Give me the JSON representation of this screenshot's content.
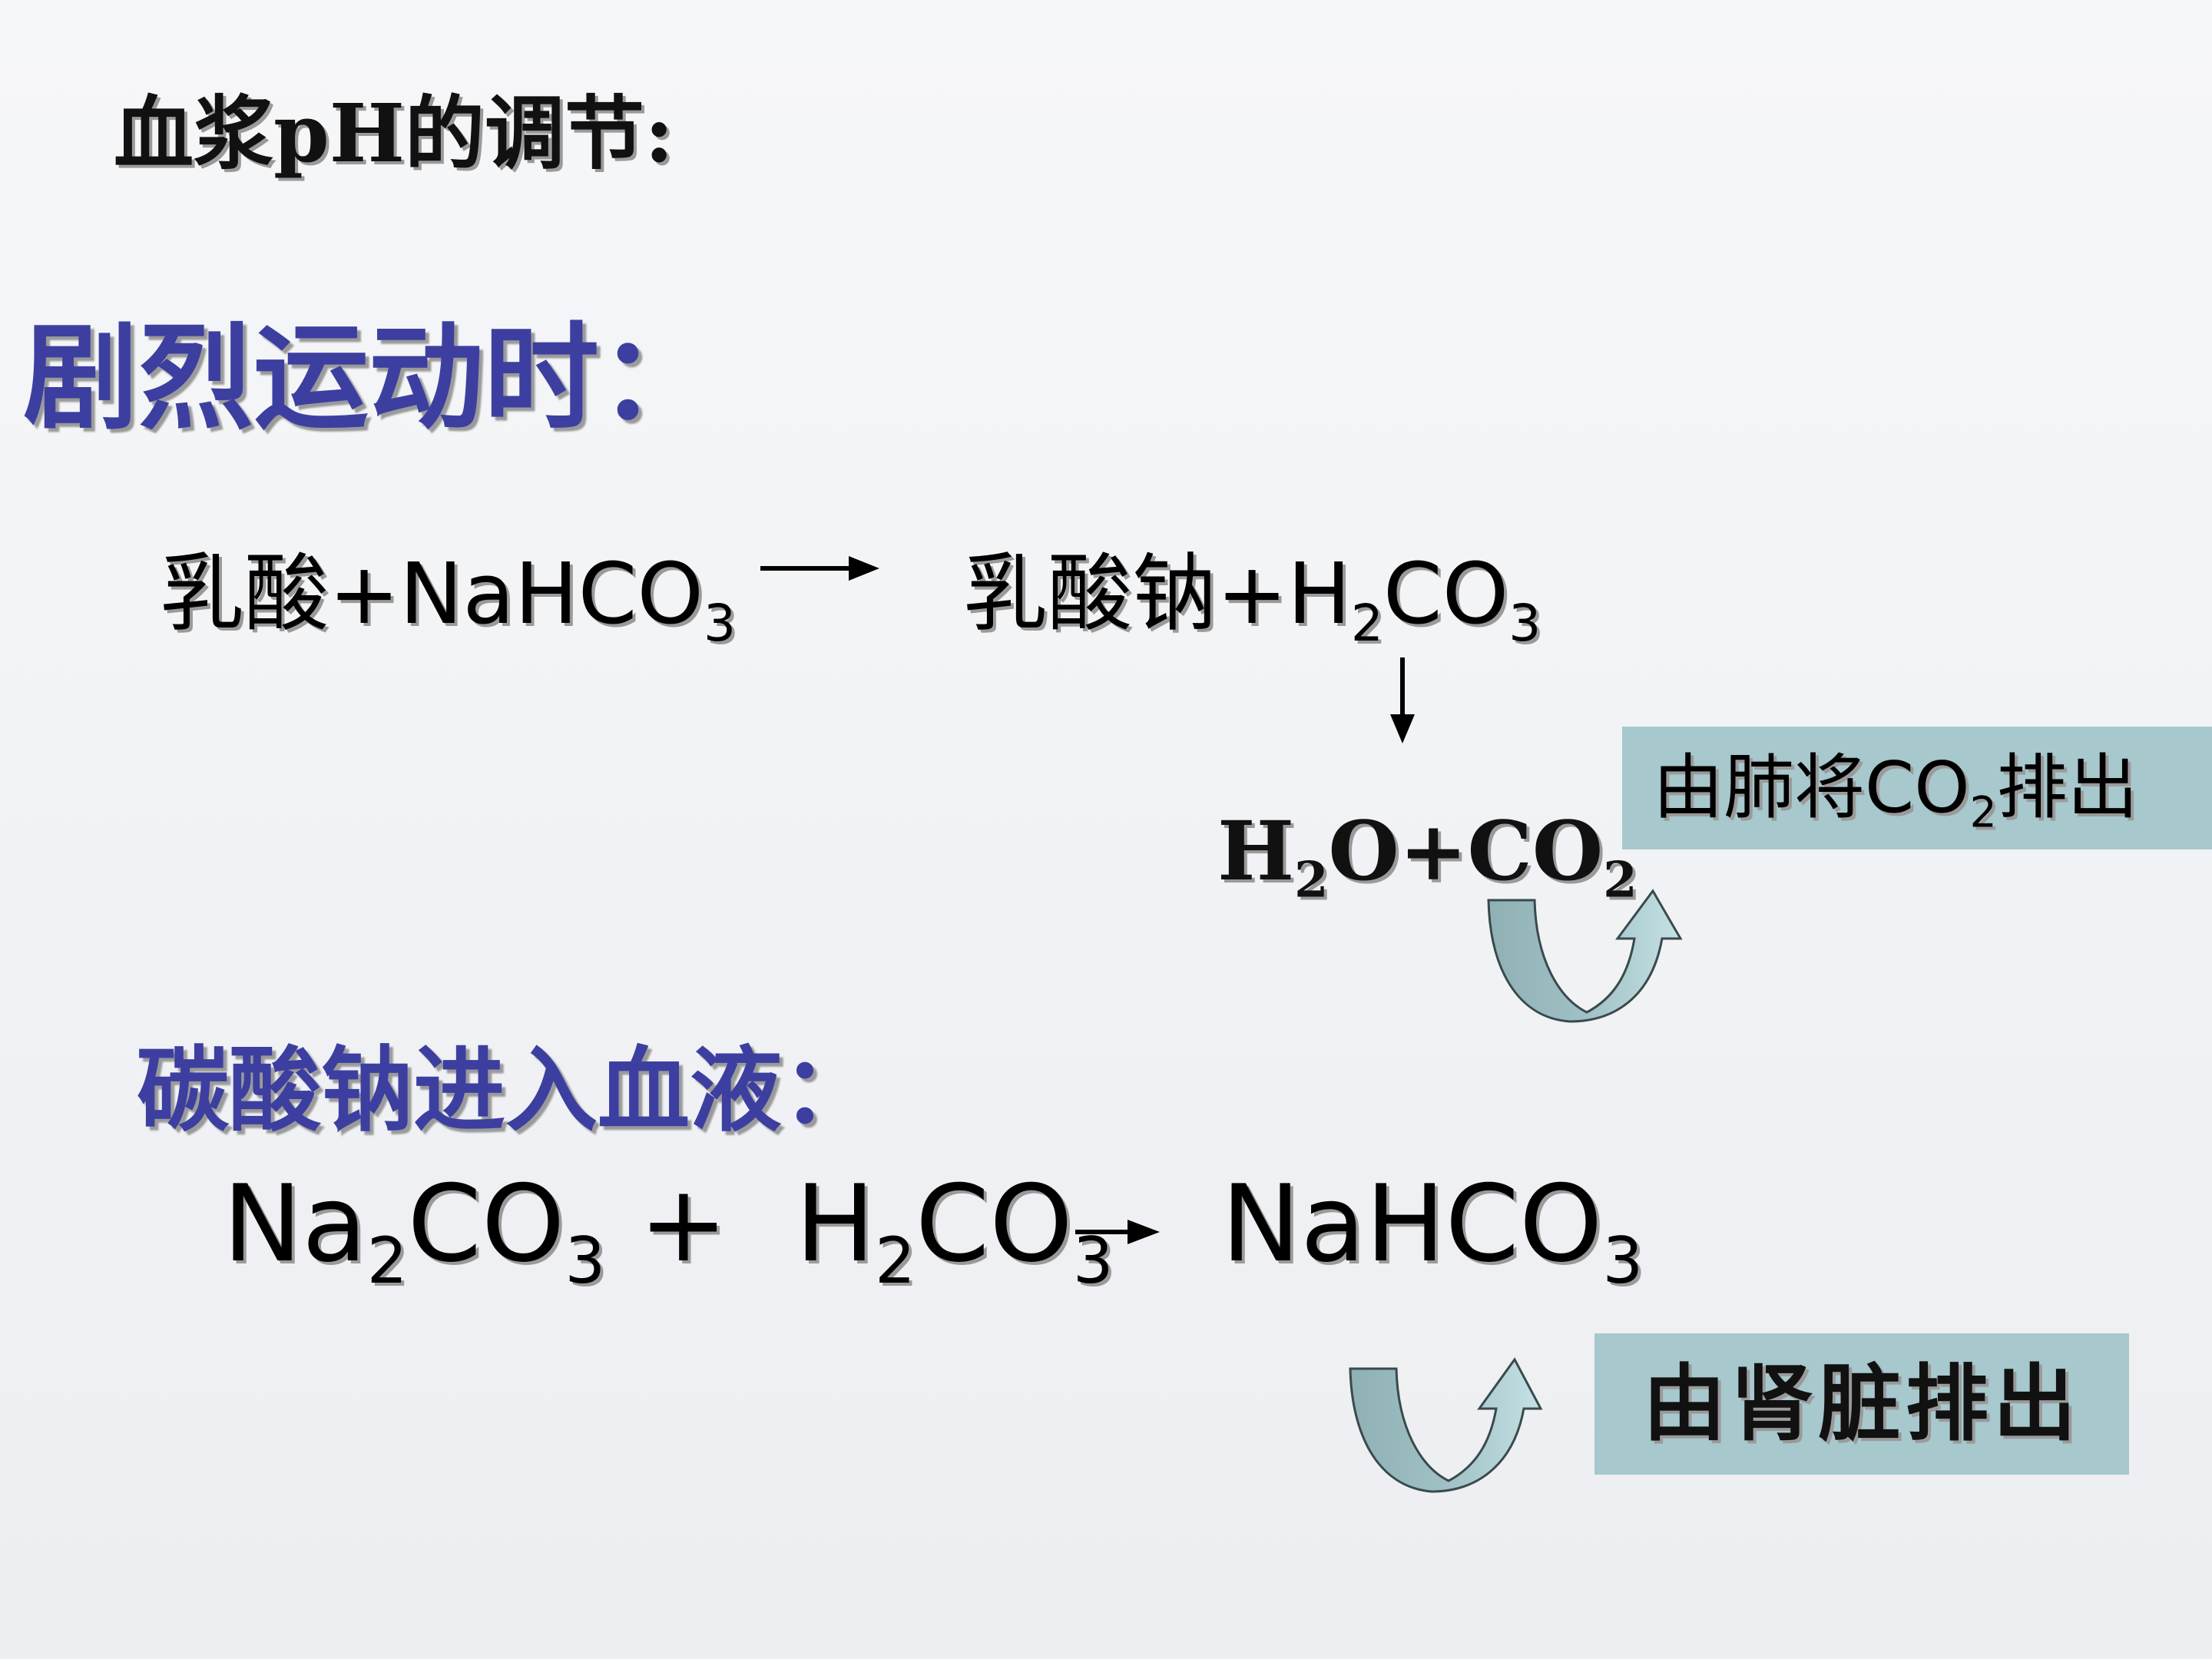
{
  "title": "血浆pH的调节:",
  "exercise": {
    "heading": "剧烈运动时：",
    "eq1_left": {
      "text": "乳酸+NaHCO",
      "sub": "3"
    },
    "eq1_right": {
      "text1": "乳酸钠+H",
      "sub1": "2",
      "text2": "CO",
      "sub2": "3"
    },
    "eq1_products": {
      "text1": "H",
      "sub1": "2",
      "text2": "O+CO",
      "sub2": "2"
    },
    "lungs_box": {
      "text": "由肺将CO",
      "sub": "2",
      "text2": "排出"
    }
  },
  "sodium_carbonate": {
    "heading": "碳酸钠进入血液：",
    "eq2_left": {
      "a": "Na",
      "a_sub": "2",
      "b": "CO",
      "b_sub": "3",
      "c": " +  H",
      "c_sub": "2",
      "d": "CO",
      "d_sub": "3"
    },
    "eq2_right": {
      "text": "NaHCO",
      "sub": "3"
    },
    "kidney_box": {
      "text": "由肾脏排出"
    }
  },
  "colors": {
    "heading_blue": "#3c3fa0",
    "box_fill": "#a7c8cd",
    "arrow_fill": "#8fb0b4",
    "arrow_light": "#c5e2e6"
  },
  "icons": [
    "reaction-arrow-icon",
    "down-arrow-icon",
    "curved-arrow-icon"
  ]
}
